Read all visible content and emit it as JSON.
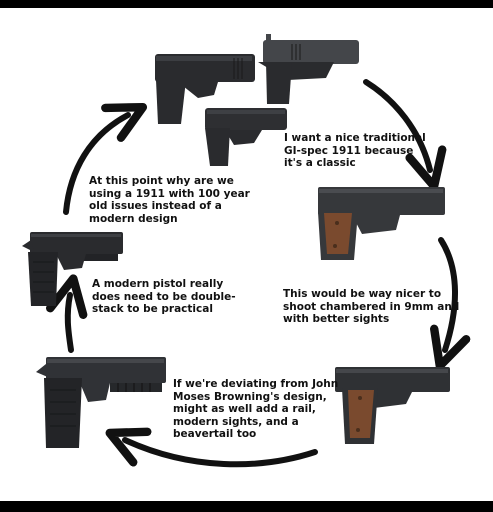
{
  "captions": {
    "traditional_1911": [
      "I want a nice traditional",
      "GI-spec 1911 because",
      "it's a classic"
    ],
    "nine_mm": [
      "This would be way nicer to",
      "shoot chambered in 9mm and",
      "with better sights"
    ],
    "rail_beavertail": [
      "If we're deviating from John",
      "Moses Browning's design,",
      "might as well add a rail,",
      "modern sights, and a",
      "beavertail too"
    ],
    "double_stack": [
      "A modern pistol really",
      "does need to be double-",
      "stack to be practical"
    ],
    "modern_design": [
      "At this point why are we",
      "using a 1911 with 100 year",
      "old issues instead of a",
      "modern design"
    ]
  },
  "colors": {
    "background": "#ffffff",
    "frame_bar": "#000000",
    "arrow": "#111111",
    "caption_text": "#111111",
    "polymer_black": "#2a2b2e",
    "steel_black": "#36383b",
    "wood_grip": "#7a4a2e"
  },
  "icons": [
    "curved-arrow",
    "pistol"
  ]
}
